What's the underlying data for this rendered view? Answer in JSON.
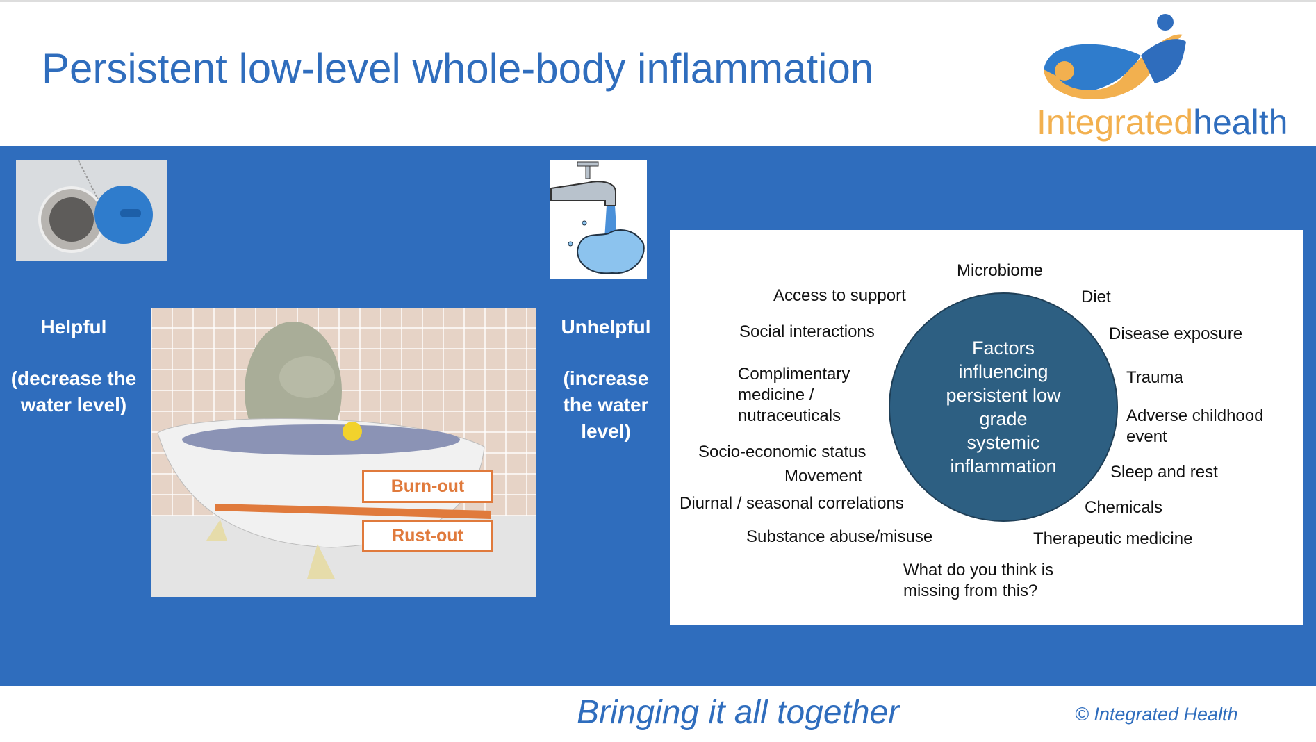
{
  "header": {
    "title": "Persistent low-level whole-body inflammation",
    "logo": {
      "text_part1": "Integrated",
      "text_part2": "health"
    }
  },
  "left": {
    "heading": "Helpful",
    "subtext_line1": "(decrease the",
    "subtext_line2": "water level)"
  },
  "right": {
    "heading": "Unhelpful",
    "subtext_line1": "(increase",
    "subtext_line2": "the water",
    "subtext_line3": "level)"
  },
  "bath": {
    "burnout_label": "Burn-out",
    "rustout_label": "Rust-out"
  },
  "diagram": {
    "center_text": [
      "Factors",
      "influencing",
      "persistent low",
      "grade",
      "systemic",
      "inflammation"
    ],
    "factors": {
      "microbiome": "Microbiome",
      "access": "Access to support",
      "diet": "Diet",
      "social": "Social interactions",
      "disease": "Disease exposure",
      "comp1": "Complimentary",
      "comp2": "medicine /",
      "comp3": "nutraceuticals",
      "trauma": "Trauma",
      "adverse1": "Adverse childhood",
      "adverse2": "event",
      "socio": "Socio-economic status",
      "movement": "Movement",
      "sleep": "Sleep and rest",
      "diurnal": "Diurnal / seasonal correlations",
      "chemicals": "Chemicals",
      "substance": "Substance abuse/misuse",
      "therapeutic": "Therapeutic medicine",
      "missing1": "What do you think is",
      "missing2": "missing from this?"
    }
  },
  "footer": {
    "title": "Bringing it all together",
    "copyright": "© Integrated Health"
  },
  "colors": {
    "brand_blue": "#2f6dbd",
    "brand_orange": "#f2b04f",
    "circle": "#2d5f82",
    "label_orange": "#e07a3c"
  }
}
